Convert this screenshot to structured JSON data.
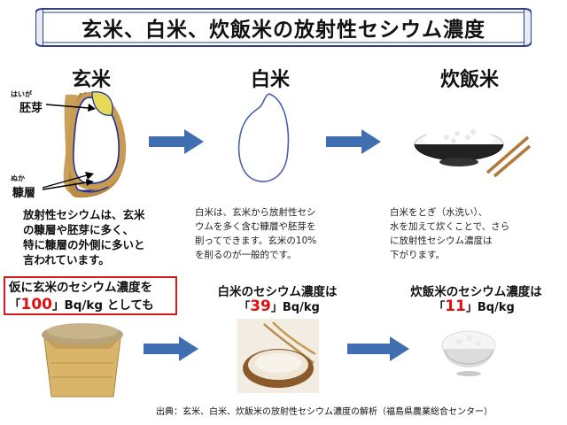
{
  "title": "玄米、白米、炊飯米の放射性セシウム濃度",
  "headings": {
    "brown_rice": "玄米",
    "white_rice": "白米",
    "cooked_rice": "炊飯米"
  },
  "labels": {
    "embryo_ruby": "はいが",
    "embryo": "胚芽",
    "bran_ruby": "ぬか",
    "bran": "糠層"
  },
  "descriptions": {
    "brown_rice": [
      "放射性セシウムは、玄米",
      "の糠層や胚芽に多く、",
      "特に糠層の外側に多いと",
      "言われています。"
    ],
    "white_rice": [
      "白米は、玄米から放射性セシ",
      "ウムを多く含む糠層や胚芽を",
      "削ってできます。玄米の10%",
      "を削るのが一般的です。"
    ],
    "cooked_rice": [
      "白米をとぎ（水洗い）、",
      "水を加えて炊くことで、さら",
      "に放射性セシウム濃度は",
      "下がります。"
    ]
  },
  "premise": {
    "line1": "仮に玄米のセシウム濃度を",
    "open_bracket": "「",
    "value": "100",
    "close_bracket": "」",
    "unit": "Bq/kg",
    "suffix": "としても"
  },
  "white_conc": {
    "label": "白米のセシウム濃度は",
    "open_bracket": "「",
    "value": "39",
    "close_bracket": "」",
    "unit": "Bq/kg"
  },
  "cooked_conc": {
    "label": "炊飯米のセシウム濃度は",
    "open_bracket": "「",
    "value": "11",
    "close_bracket": "」",
    "unit": "Bq/kg"
  },
  "source": "出典：玄米、白米、炊飯米の放射性セシウム濃度の解析（福島県農業総合センター）",
  "colors": {
    "arrow": "#3f6fb0",
    "accent_red": "#e01010",
    "banner_border": "#3a4fa0"
  }
}
